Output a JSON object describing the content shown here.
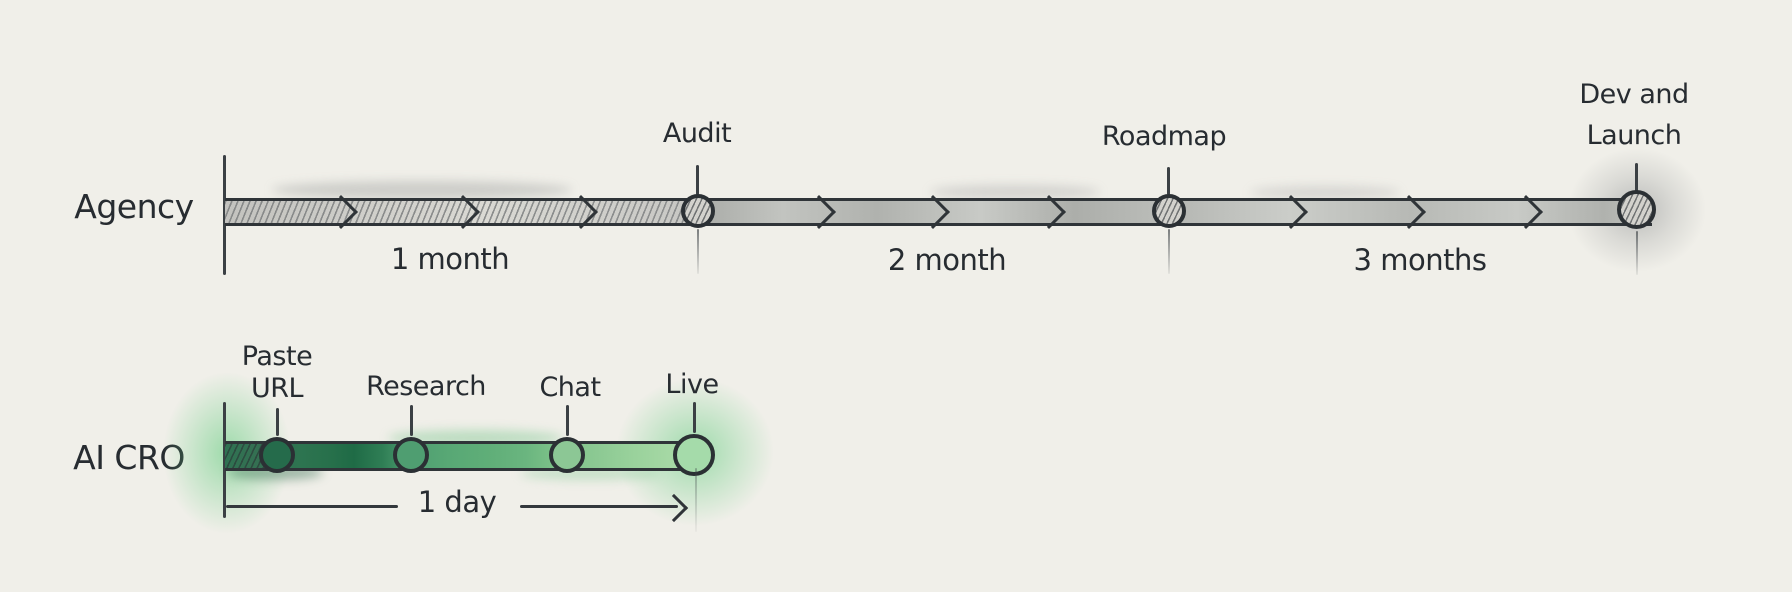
{
  "palette": {
    "background": "#f0efe9",
    "ink": "#272c31",
    "outline": "#2f3438",
    "agency_bar_gray": "#bcbeba",
    "ai_green_dark": "#256b4b",
    "ai_green_mid": "#4f9e71",
    "ai_green_light": "#8cc795",
    "ai_green_pale": "#a5dbaa",
    "glow_green": "#6cce85",
    "glow_gray": "#6a6e72"
  },
  "agency": {
    "row_label": "Agency",
    "milestones": {
      "audit": {
        "label": "Audit"
      },
      "roadmap": {
        "label": "Roadmap"
      },
      "dev_launch": {
        "line1": "Dev and",
        "line2": "Launch"
      }
    },
    "durations": {
      "first": "1 month",
      "second": "2 month",
      "third": "3 months"
    }
  },
  "ai_cro": {
    "row_label": "AI CRO",
    "milestones": {
      "paste_url": {
        "line1": "Paste",
        "line2": "URL"
      },
      "research": {
        "label": "Research"
      },
      "chat": {
        "label": "Chat"
      },
      "live": {
        "label": "Live"
      }
    },
    "duration": "1 day"
  }
}
